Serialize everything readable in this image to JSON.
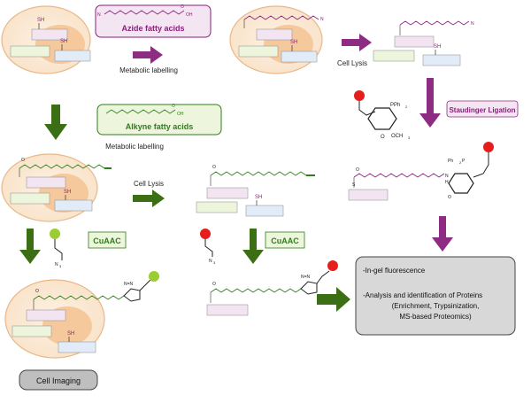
{
  "labels": {
    "azide_box": "Azide fatty acids",
    "alkyne_box": "Alkyne fatty acids",
    "metabolic_labelling_top": "Metabolic labelling",
    "metabolic_labelling_mid": "Metabolic labelling",
    "cell_lysis_top": "Cell Lysis",
    "cell_lysis_mid": "Cell Lysis",
    "staudinger": "Staudinger Ligation",
    "cuaac_left": "CuAAC",
    "cuaac_mid": "CuAAC",
    "cell_imaging": "Cell Imaging",
    "result_line1": "-In-gel fluorescence",
    "result_line2": "-Analysis and  identification of Proteins",
    "result_line3": "(Enrichment, Trypsinization,",
    "result_line4": "MS-based Proteomics)"
  },
  "chem": {
    "sh": "SH",
    "s": "S",
    "o": "O",
    "oh": "OH",
    "n3": "N",
    "n3_sub": "3",
    "pph2": "PPh",
    "pph2_sub": "2",
    "och3": "OCH",
    "och3_sub": "3",
    "ph2p": "Ph",
    "ph2p_p": "P",
    "nh": "N",
    "h": "H",
    "n_eq_n": "N=N"
  },
  "colors": {
    "azide_purple": "#8b1f7a",
    "alkyne_green": "#2e7d1a",
    "arrow_purple": "#8e2b82",
    "arrow_green": "#3c6e14",
    "cell_outer": "#fbead8",
    "nucleus": "#f6c99c",
    "fluor_red": "#e51d1d",
    "fluor_green": "#9acd32",
    "box_pink": "#f2e4f0",
    "box_lightgreen": "#eef5dd",
    "box_lightblue": "#e1ecf8",
    "result_gray": "#d8d8d8"
  }
}
